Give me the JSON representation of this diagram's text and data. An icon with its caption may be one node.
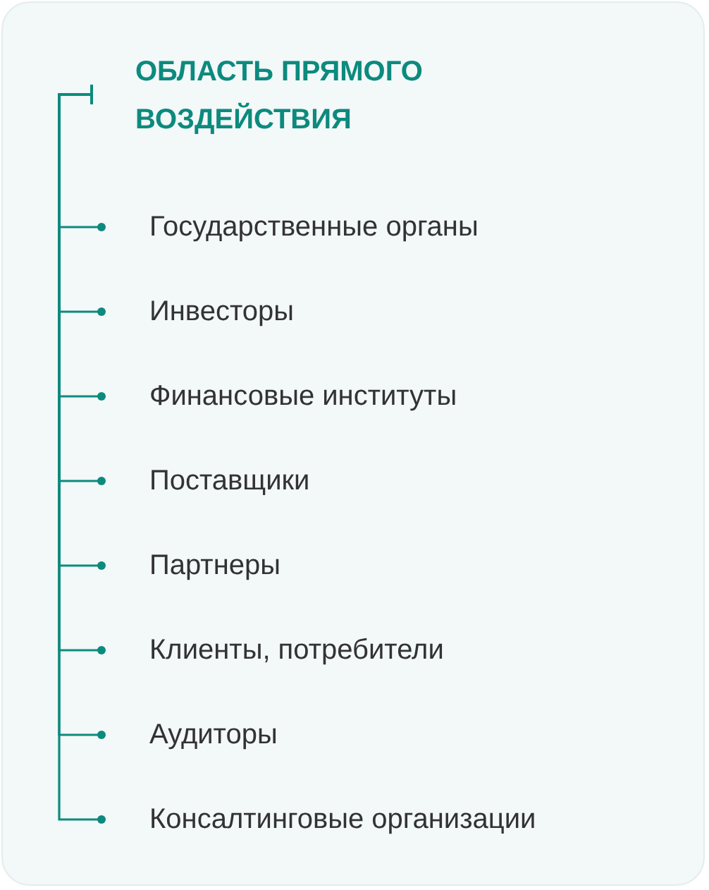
{
  "diagram": {
    "nodes": [
      {
        "text": [
          "ОБЛАСТЬ ПРЯМОГО ВОЗДЕЙСТВИЯ"
        ]
      },
      {
        "text": [
          "Государственные органы"
        ]
      },
      {
        "text": [
          "Инвесторы"
        ]
      },
      {
        "text": [
          "Финансовые институты"
        ]
      },
      {
        "text": [
          "Поставщики"
        ]
      },
      {
        "text": [
          "Партнеры"
        ]
      },
      {
        "text": [
          "Клиенты, потребители"
        ]
      },
      {
        "text": [
          "Аудиторы"
        ]
      },
      {
        "text": [
          "Консалтинговые организации"
        ]
      }
    ],
    "edges": [
      {
        "from": 0,
        "to": 1,
        "arrow": "other"
      },
      {
        "from": 0,
        "to": 2,
        "arrow": "other"
      },
      {
        "from": 0,
        "to": 3,
        "arrow": "other"
      },
      {
        "from": 0,
        "to": 4,
        "arrow": "other"
      },
      {
        "from": 0,
        "to": 5,
        "arrow": "other"
      },
      {
        "from": 0,
        "to": 6,
        "arrow": "other"
      },
      {
        "from": 0,
        "to": 7,
        "arrow": "other"
      },
      {
        "from": 0,
        "to": 8,
        "arrow": "other"
      }
    ]
  }
}
